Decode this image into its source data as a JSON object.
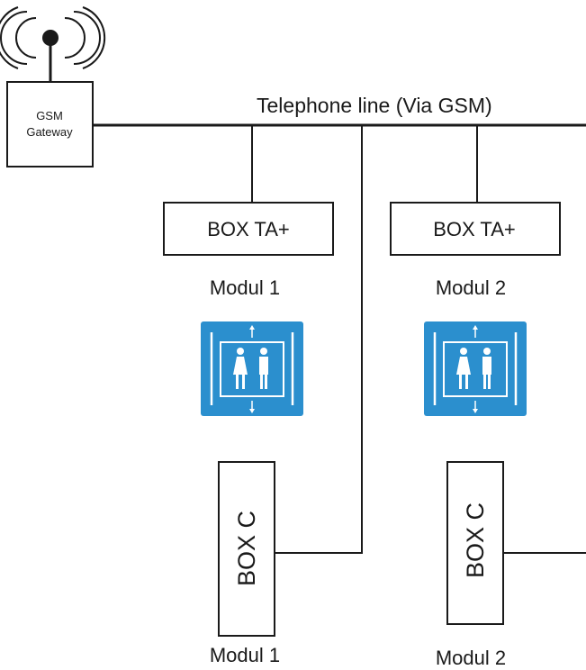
{
  "gateway": {
    "line1": "GSM",
    "line2": "Gateway"
  },
  "line_label": "Telephone line (Via GSM)",
  "modules": [
    {
      "box_ta": "BOX TA+",
      "label_top": "Modul 1",
      "elevator_icon": "elevator-icon",
      "box_c": "BOX C",
      "label_bottom": "Modul 1"
    },
    {
      "box_ta": "BOX TA+",
      "label_top": "Modul 2",
      "elevator_icon": "elevator-icon",
      "box_c": "BOX C",
      "label_bottom": "Modul 2"
    }
  ],
  "colors": {
    "line": "#1a1a1a",
    "elevator_bg": "#2b8fce",
    "elevator_fg": "#ffffff"
  },
  "icons": {
    "antenna": "antenna-icon",
    "elevator": "elevator-icon"
  }
}
